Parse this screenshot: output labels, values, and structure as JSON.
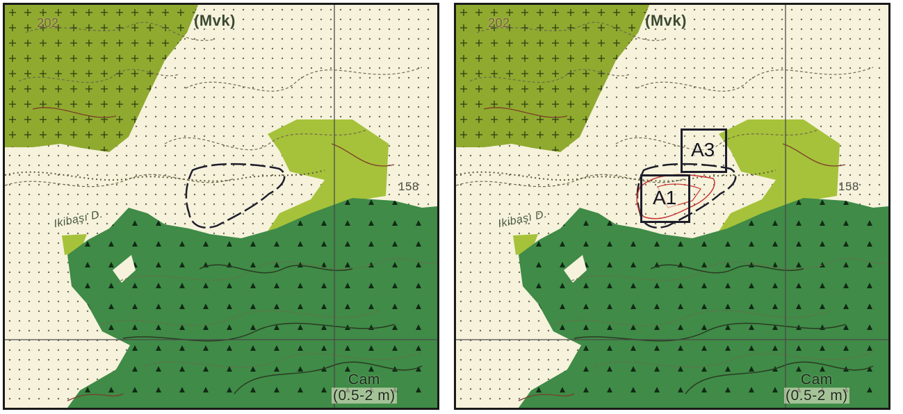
{
  "panels": [
    {
      "id": "left",
      "labels": {
        "unit_top": "(Mvk)",
        "number_top": "202",
        "elevation": "158",
        "place": "Ikibaşı D.",
        "cam_name": "Cam",
        "cam_range": "(0.5-2 m)"
      }
    },
    {
      "id": "right",
      "labels": {
        "unit_top": "(Mvk)",
        "number_top": "202",
        "elevation": "158",
        "place": "Ikibaşı D.",
        "cam_name": "Cam",
        "cam_range": "(0.5-2 m)"
      },
      "areas": [
        {
          "label": "A3"
        },
        {
          "label": "A1"
        }
      ]
    }
  ],
  "colors": {
    "background_cream": "#f6f2dc",
    "olive_green": "#8faa2f",
    "light_green": "#a6c23a",
    "dark_green": "#3f8b47",
    "grid": "#4a4a4a",
    "contour": "#6d6a4a",
    "stream": "#7c3c2a",
    "boundary": "#1d1d2b",
    "survey_red": "#c83232"
  },
  "map_symbols": {
    "cream_zone": "dot-pattern",
    "olive_zone": "plus-pattern",
    "dark_green_zone": "triangle-pattern"
  }
}
